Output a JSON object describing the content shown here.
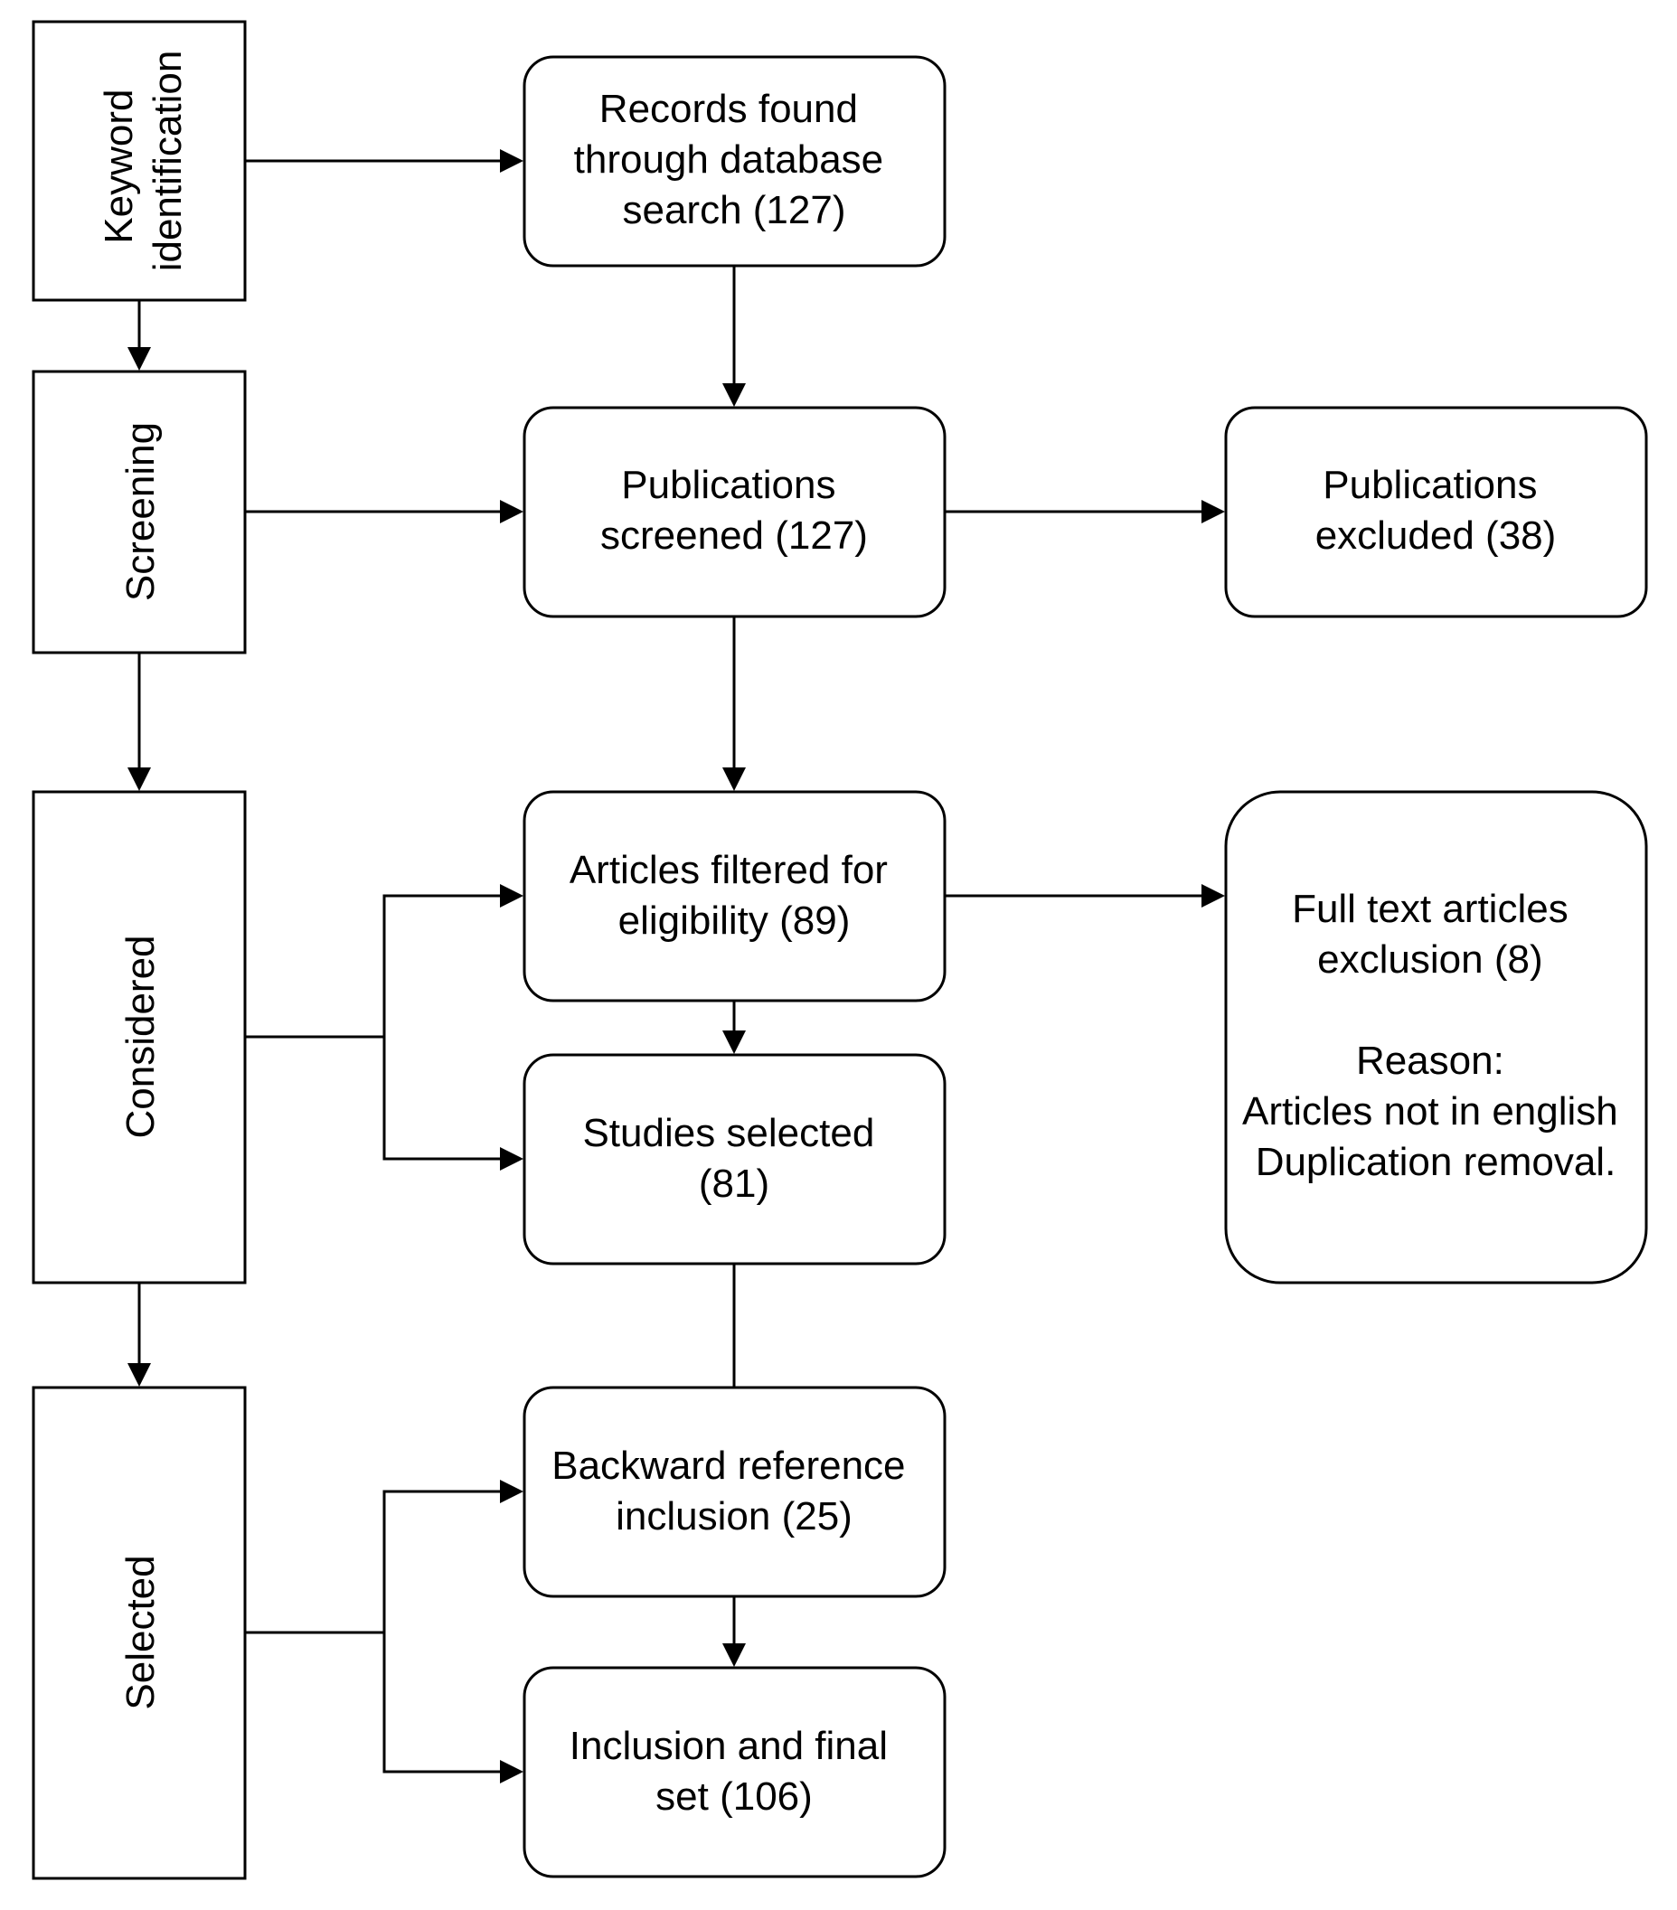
{
  "stages": {
    "keyword_identification": [
      "Keyword",
      "identification"
    ],
    "screening": [
      "Screening"
    ],
    "considered": [
      "Considered"
    ],
    "selected": [
      "Selected"
    ]
  },
  "boxes": {
    "records_found": [
      "Records found",
      "through database",
      "search (127)"
    ],
    "publications_screened": [
      "Publications",
      "screened (127)"
    ],
    "publications_excluded": [
      "Publications",
      "excluded (38)"
    ],
    "articles_filtered": [
      "Articles filtered for",
      "eligibility (89)"
    ],
    "full_text_exclusion": [
      "Full text articles",
      "exclusion (8)",
      "",
      "Reason:",
      "Articles not in english",
      "Duplication removal."
    ],
    "studies_selected": [
      "Studies selected",
      "(81)"
    ],
    "backward_reference": [
      "Backward reference",
      "inclusion (25)"
    ],
    "final_set": [
      "Inclusion and final",
      "set (106)"
    ]
  }
}
